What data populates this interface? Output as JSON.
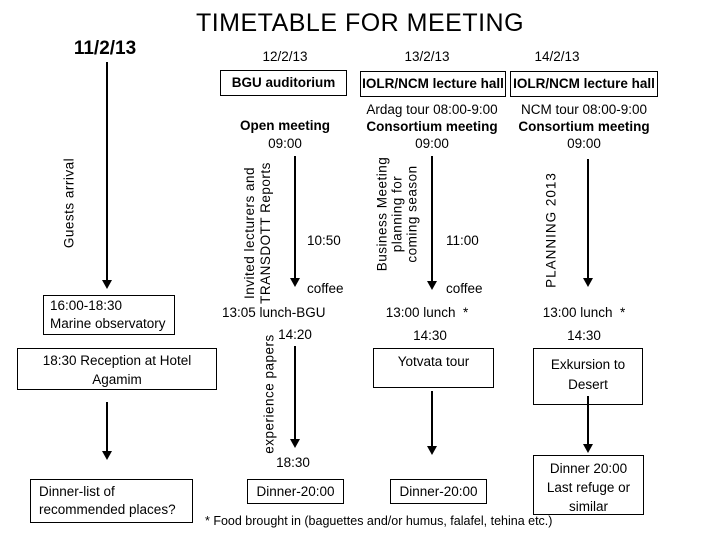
{
  "slide": {
    "title": "TIMETABLE FOR MEETING",
    "footnote": "* Food brought in (baguettes and/or humus, falafel, tehina etc.)",
    "colors": {
      "background": "#ffffff",
      "text": "#000000",
      "box_border": "#000000"
    }
  },
  "day1": {
    "date": "11/2/13",
    "morning_arrow_label": "Guests  arrival",
    "observatory_box": {
      "line1": "16:00-18:30",
      "line2": "Marine observatory"
    },
    "reception_box": {
      "line1": "18:30 Reception at Hotel",
      "line2": "Agamim"
    },
    "dinner_box": {
      "line1": "Dinner-list  of",
      "line2": "recommended places?"
    }
  },
  "day2": {
    "date": "12/2/13",
    "venue": "BGU auditorium",
    "session_title": "Open meeting",
    "session_time": "09:00",
    "morning_arrow_label": {
      "line1": "Invited lecturers and",
      "line2": "TRANSDOTT  Reports"
    },
    "coffee": {
      "time": "10:50",
      "label": "coffee"
    },
    "lunch": "13:05 lunch-BGU",
    "afternoon_start": "14:20",
    "afternoon_arrow_label": "experience papers",
    "afternoon_end": "18:30",
    "dinner_box": "Dinner-20:00"
  },
  "day3": {
    "date": "13/2/13",
    "venue": "IOLR/NCM lecture hall",
    "tour": "Ardag tour 08:00-9:00",
    "session_title": "Consortium meeting",
    "session_time": "09:00",
    "morning_arrow_label": {
      "line1": "Business Meeting",
      "line2": "planning for",
      "line3": "coming season"
    },
    "coffee": {
      "time": "11:00",
      "label": "coffee"
    },
    "lunch": "13:00 lunch  *",
    "afternoon_start": "14:30",
    "tour_box": "Yotvata tour",
    "dinner_box": "Dinner-20:00"
  },
  "day4": {
    "date": "14/2/13",
    "venue": "IOLR/NCM lecture hall",
    "tour": "NCM tour 08:00-9:00",
    "session_title": "Consortium meeting",
    "session_time": "09:00",
    "morning_arrow_label": "PLANNING  2013",
    "lunch": "13:00 lunch  *",
    "afternoon_start": "14:30",
    "excursion_box": {
      "line1": "Exkursion to",
      "line2": "Desert"
    },
    "dinner_box": {
      "line1": "Dinner 20:00",
      "line2": "Last refuge or",
      "line3": "similar"
    }
  }
}
